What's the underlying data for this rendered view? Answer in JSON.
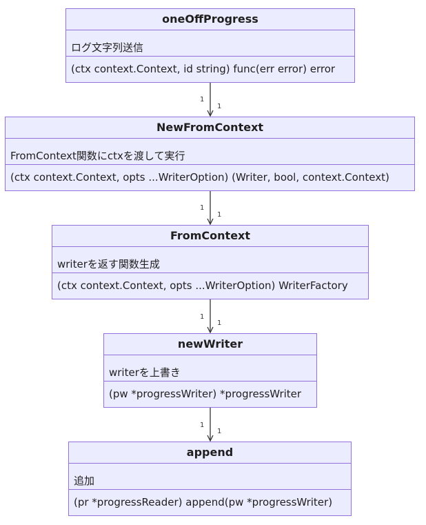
{
  "classes": [
    {
      "name": "oneOffProgress",
      "attribute": "ログ文字列送信",
      "method": "(ctx context.Context, id string) func(err error) error"
    },
    {
      "name": "NewFromContext",
      "attribute": "FromContext関数にctxを渡して実行",
      "method": "(ctx context.Context, opts ...WriterOption) (Writer, bool, context.Context)"
    },
    {
      "name": "FromContext",
      "attribute": "writerを返す関数生成",
      "method": "(ctx context.Context, opts ...WriterOption) WriterFactory"
    },
    {
      "name": "newWriter",
      "attribute": "writerを上書き",
      "method": "(pw *progressWriter) *progressWriter"
    },
    {
      "name": "append",
      "attribute": "追加",
      "method": "(pr *progressReader) append(pw *progressWriter)"
    }
  ],
  "relations": [
    {
      "from": "oneOffProgress",
      "to": "NewFromContext",
      "from_multiplicity": "1",
      "to_multiplicity": "1"
    },
    {
      "from": "NewFromContext",
      "to": "FromContext",
      "from_multiplicity": "1",
      "to_multiplicity": "1"
    },
    {
      "from": "FromContext",
      "to": "newWriter",
      "from_multiplicity": "1",
      "to_multiplicity": "1"
    },
    {
      "from": "newWriter",
      "to": "append",
      "from_multiplicity": "1",
      "to_multiplicity": "1"
    }
  ],
  "colors": {
    "box_fill": "#ececff",
    "box_border": "#9370db",
    "edge": "#333333"
  }
}
